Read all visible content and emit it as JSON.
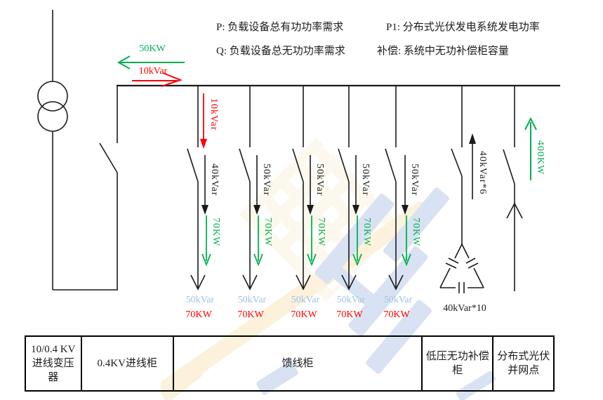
{
  "legend": {
    "p": "P: 负载设备总有功功率需求",
    "p1": "P1: 分布式光伏发电系统发电功率",
    "q": "Q: 负载设备总无功功率需求",
    "comp": "补偿: 系统中无功补偿柜容量"
  },
  "incoming": {
    "active_power_to_grid": "50KW",
    "reactive_power_from_grid": "10kVar",
    "feeder1_reactive": "10kVar"
  },
  "feeders": [
    {
      "flow_kvar": "40kVar",
      "flow_kw": "70KW",
      "load_kvar": "50kVar",
      "load_kw": "70KW"
    },
    {
      "flow_kvar": "50kVar",
      "flow_kw": "70KW",
      "load_kvar": "50kVar",
      "load_kw": "70KW"
    },
    {
      "flow_kvar": "50kVar",
      "flow_kw": "70KW",
      "load_kvar": "50kVar",
      "load_kw": "70KW"
    },
    {
      "flow_kvar": "50kVar",
      "flow_kw": "70KW",
      "load_kvar": "50kVar",
      "load_kw": "70KW"
    },
    {
      "flow_kvar": "50kVar",
      "flow_kw": "70KW",
      "load_kvar": "50kVar",
      "load_kw": "70KW"
    }
  ],
  "compensation": {
    "flow_label": "40kVar*6",
    "bank_label": "40kVar*10"
  },
  "pv": {
    "output_kw": "400KW"
  },
  "cabinet_table": {
    "columns": [
      "10/0.4 KV\n进线变压\n器",
      "0.4KV进线柜",
      "馈线柜",
      "低压无功补偿\n柜",
      "分布式光伏\n并网点"
    ]
  },
  "colors": {
    "active_green": "#00b050",
    "reactive_red": "#ff0000",
    "load_blue": "#9dc3e6",
    "line_black": "#1a1a1a",
    "watermark_yellow": "#fbe7bd",
    "watermark_blue": "#b9cce8"
  }
}
